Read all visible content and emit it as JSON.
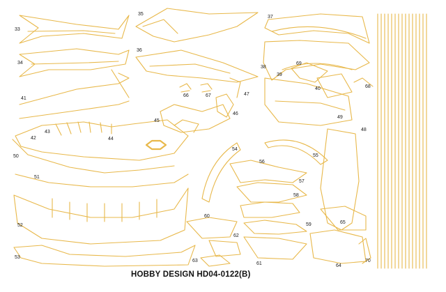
{
  "sheet": {
    "product_code": "HOBBY DESIGN HD04-0122(B)",
    "etch_color": "#e8b84a",
    "label_color": "#1a1a1a",
    "background": "#ffffff"
  },
  "part_numbers": {
    "p33": "33",
    "p34": "34",
    "p35": "35",
    "p36": "36",
    "p37": "37",
    "p38": "38",
    "p39": "39",
    "p40": "40",
    "p41": "41",
    "p42": "42",
    "p43": "43",
    "p44": "44",
    "p45": "45",
    "p46": "46",
    "p47": "47",
    "p48": "48",
    "p49": "49",
    "p50": "50",
    "p51": "51",
    "p52": "52",
    "p53": "53",
    "p54": "54",
    "p55": "55",
    "p56": "56",
    "p57": "57",
    "p58": "58",
    "p59": "59",
    "p60": "60",
    "p61": "61",
    "p62": "62",
    "p63": "63",
    "p64": "64",
    "p65": "65",
    "p66": "66",
    "p67": "67",
    "p68": "68",
    "p69": "69",
    "p70": "70"
  }
}
